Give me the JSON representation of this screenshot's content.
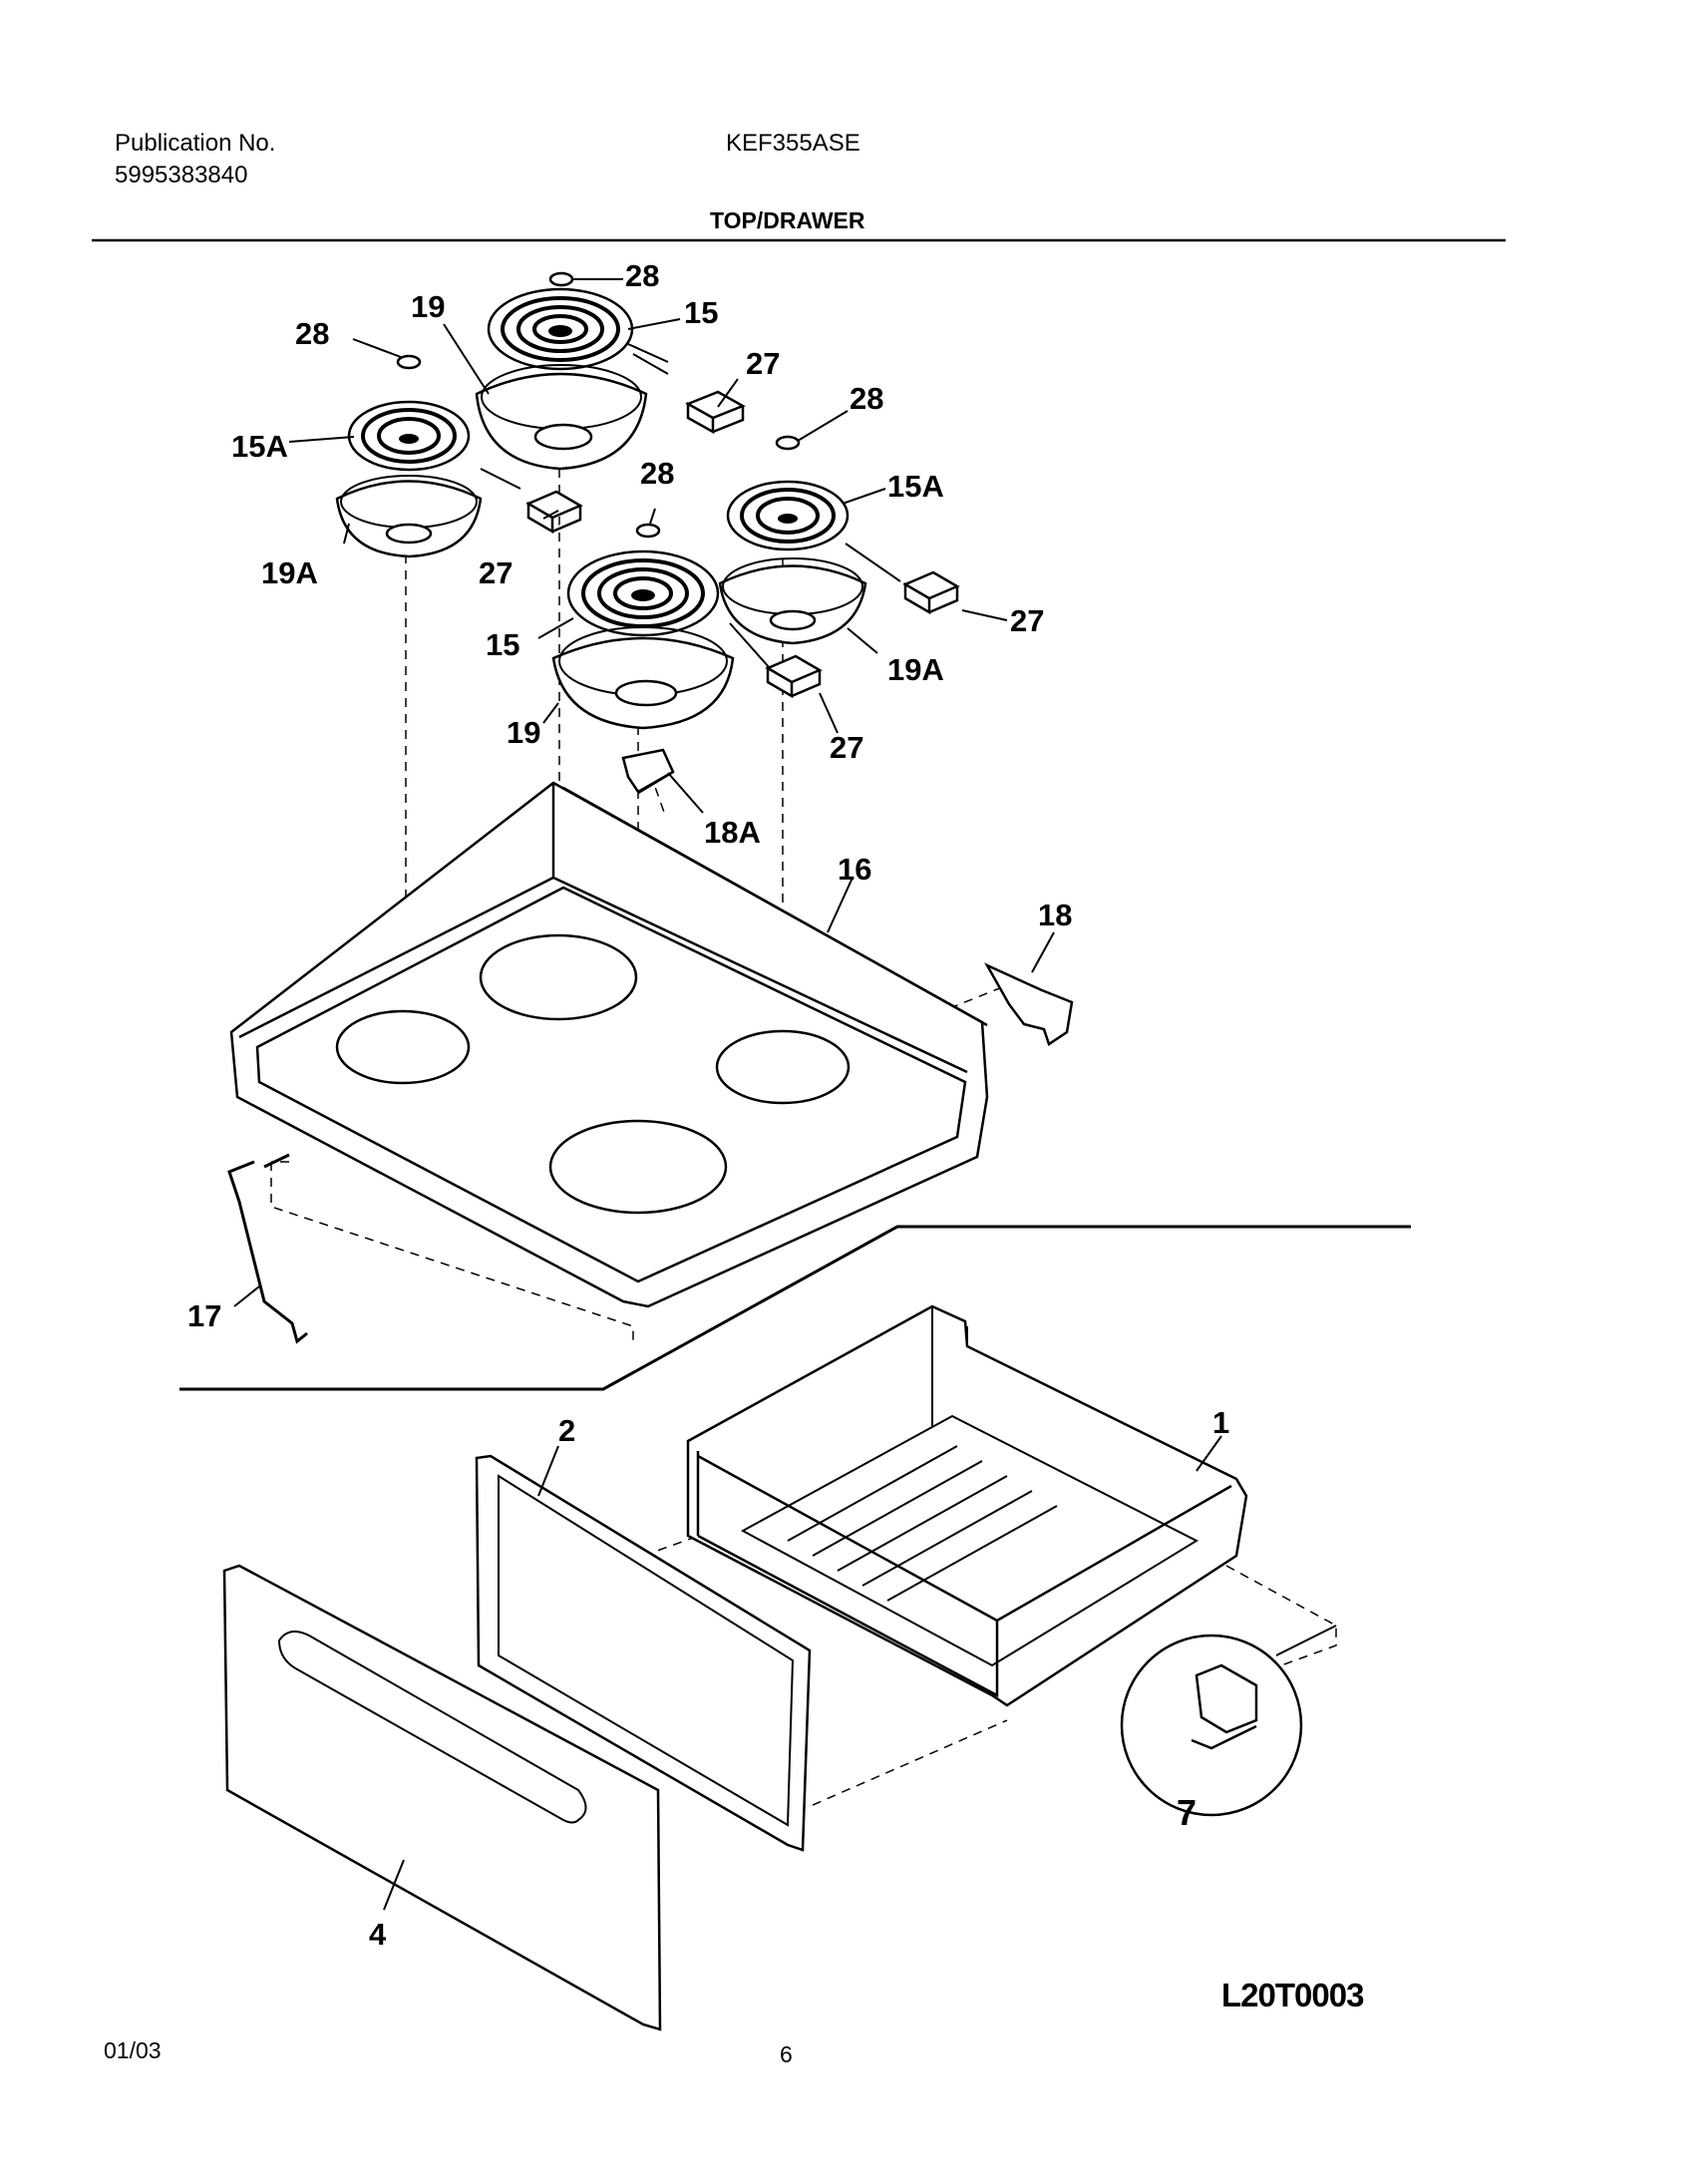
{
  "header": {
    "publication_label": "Publication No.",
    "publication_number": "5995383840",
    "model": "KEF355ASE",
    "section_title": "TOP/DRAWER"
  },
  "diagram": {
    "callouts": {
      "c28a": "28",
      "c28b": "28",
      "c28c": "28",
      "c28d": "28",
      "c19a": "19",
      "c19b": "19",
      "c15a": "15",
      "c15b": "15",
      "c15Aa": "15A",
      "c15Ab": "15A",
      "c27a": "27",
      "c27b": "27",
      "c27c": "27",
      "c27d": "27",
      "c19Aa": "19A",
      "c19Ab": "19A",
      "c18A": "18A",
      "c16": "16",
      "c18": "18",
      "c17": "17",
      "c2": "2",
      "c1": "1",
      "c7": "7",
      "c4": "4"
    },
    "code": "L20T0003"
  },
  "footer": {
    "date": "01/03",
    "page": "6"
  }
}
